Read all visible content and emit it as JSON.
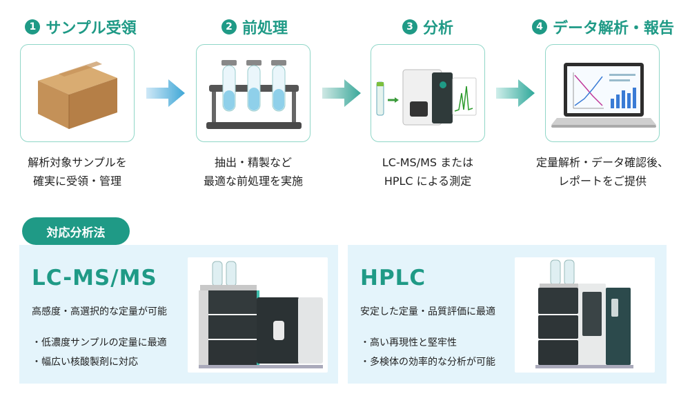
{
  "steps": [
    {
      "num": "1",
      "title": "サンプル受領",
      "lines": [
        "解析対象サンプルを",
        "確実に受領・管理"
      ],
      "icon": "cardboard-box-icon"
    },
    {
      "num": "2",
      "title": "前処理",
      "lines": [
        "抽出・精製など",
        "最適な前処理を実施"
      ],
      "icon": "test-tubes-icon"
    },
    {
      "num": "3",
      "title": "分析",
      "lines": [
        "LC-MS/MS または",
        "HPLC による測定"
      ],
      "icon": "lcms-instrument-icon"
    },
    {
      "num": "4",
      "title": "データ解析・報告",
      "lines": [
        "定量解析・データ確認後、",
        "レポートをご提供"
      ],
      "icon": "laptop-report-icon"
    }
  ],
  "methods_label": "対応分析法",
  "methods": [
    {
      "name": "LC-MS/MS",
      "description": "高感度・高選択的な定量が可能",
      "bullets": [
        "低濃度サンプルの定量に最適",
        "幅広い核酸製剤に対応"
      ],
      "icon": "lcms-system-icon"
    },
    {
      "name": "HPLC",
      "description": "安定した定量・品質評価に最適",
      "bullets": [
        "高い再現性と堅牢性",
        "多検体の効率的な分析が可能"
      ],
      "icon": "hplc-system-icon"
    }
  ],
  "colors": {
    "accent": "#1f9a86",
    "panel_bg": "#e4f4fb",
    "card_border": "#8fd6c7",
    "arrow": "#3fa7d6"
  }
}
